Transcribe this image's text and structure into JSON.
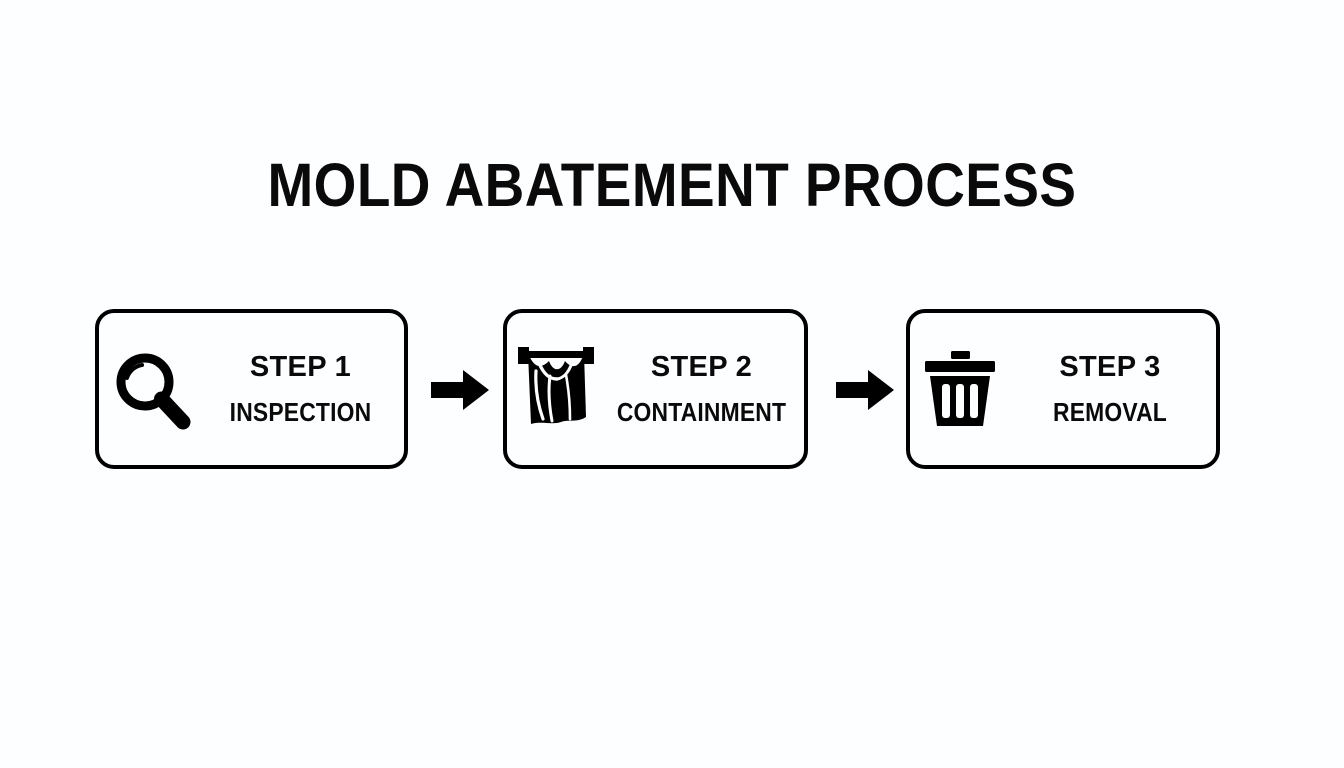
{
  "title": "MOLD ABATEMENT PROCESS",
  "background_color": "#fdfeff",
  "ink_color": "#000000",
  "steps": [
    {
      "step_label": "STEP 1",
      "name": "INSPECTION",
      "icon": "magnifying-glass-icon"
    },
    {
      "step_label": "STEP 2",
      "name": "CONTAINMENT",
      "icon": "plastic-sheeting-icon"
    },
    {
      "step_label": "STEP 3",
      "name": "REMOVAL",
      "icon": "trash-can-icon"
    }
  ],
  "connectors": [
    {
      "name": "arrow-right-icon"
    },
    {
      "name": "arrow-right-icon"
    }
  ]
}
